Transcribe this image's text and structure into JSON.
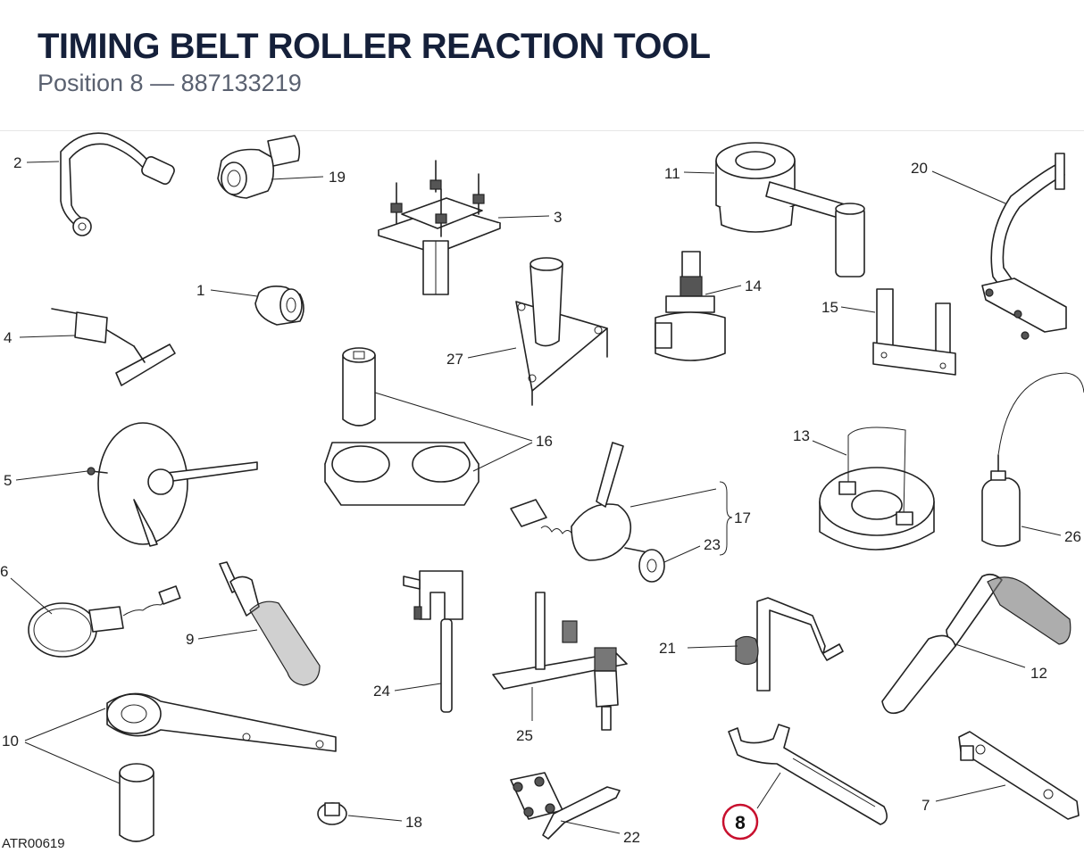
{
  "header": {
    "title": "TIMING BELT ROLLER REACTION TOOL",
    "subtitle": "Position 8 — 887133219"
  },
  "reference_code": "ATR00619",
  "highlight": {
    "label": "8",
    "color": "#c8102e"
  },
  "callouts": {
    "c1": "1",
    "c2": "2",
    "c3": "3",
    "c4": "4",
    "c5": "5",
    "c6": "6",
    "c7": "7",
    "c9": "9",
    "c10": "10",
    "c11": "11",
    "c12": "12",
    "c13": "13",
    "c14": "14",
    "c15": "15",
    "c16": "16",
    "c17": "17",
    "c18": "18",
    "c19": "19",
    "c20": "20",
    "c21": "21",
    "c22": "22",
    "c23": "23",
    "c24": "24",
    "c25": "25",
    "c26": "26",
    "c27": "27"
  }
}
